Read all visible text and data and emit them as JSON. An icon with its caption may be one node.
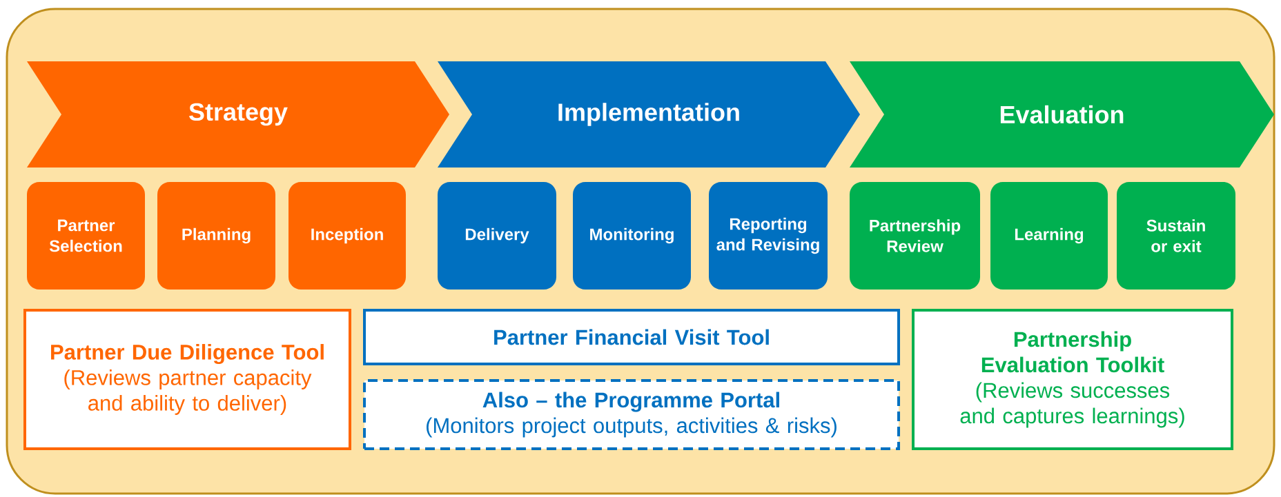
{
  "diagram": {
    "nodes": [
      {
        "text": [
          "Strategy"
        ]
      },
      {
        "text": [
          "Implementation"
        ]
      },
      {
        "text": [
          "Evaluation"
        ]
      },
      {
        "text": [
          "Partner Selection"
        ]
      },
      {
        "text": [
          "Planning"
        ]
      },
      {
        "text": [
          "Inception"
        ]
      },
      {
        "text": [
          "Delivery"
        ]
      },
      {
        "text": [
          "Monitoring"
        ]
      },
      {
        "text": [
          "Reporting and Revising"
        ]
      },
      {
        "text": [
          "Partnership Review"
        ]
      },
      {
        "text": [
          "Learning"
        ]
      },
      {
        "text": [
          "Sustain or exit"
        ]
      },
      {
        "text": [
          "Partner Due Diligence Tool",
          "(Reviews partner capacity and ability to deliver)"
        ]
      },
      {
        "text": [
          "Partner Financial Visit Tool"
        ]
      },
      {
        "text": [
          "Also – the Programme Portal",
          "(Monitors project outputs, activities & risks)"
        ]
      },
      {
        "text": [
          "Partnership Evaluation Toolkit",
          "(Reviews successes and captures learnings)"
        ]
      }
    ]
  }
}
